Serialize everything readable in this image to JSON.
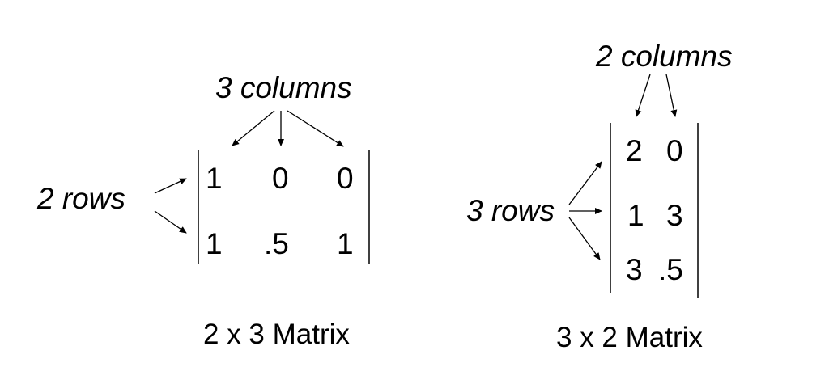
{
  "matrix_left": {
    "columns_label": "3 columns",
    "rows_label": "2 rows",
    "cells": [
      [
        "1",
        "0",
        "0"
      ],
      [
        "1",
        ".5",
        "1"
      ]
    ],
    "caption": "2 x 3 Matrix"
  },
  "matrix_right": {
    "columns_label": "2 columns",
    "rows_label": "3 rows",
    "cells": [
      [
        "2",
        "0"
      ],
      [
        "1",
        "3"
      ],
      [
        "3",
        ".5"
      ]
    ],
    "caption": "3 x 2 Matrix"
  },
  "colors": {
    "ink": "#000000",
    "background": "#ffffff"
  }
}
